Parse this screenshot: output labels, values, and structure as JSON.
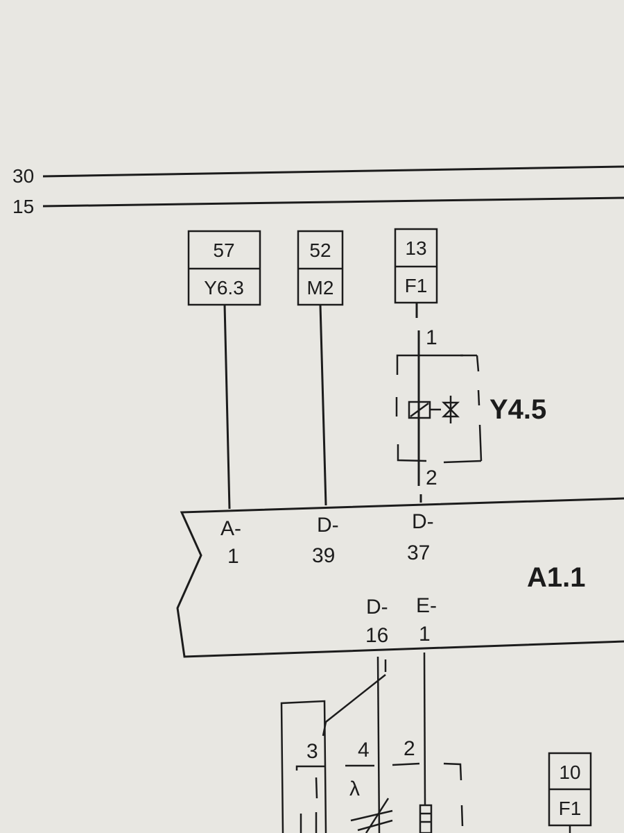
{
  "rails": {
    "r30": "30",
    "r15": "15"
  },
  "boxes": {
    "b1": {
      "top": "57",
      "bottom": "Y6.3"
    },
    "b2": {
      "top": "52",
      "bottom": "M2"
    },
    "b3": {
      "top": "13",
      "bottom": "F1"
    },
    "b4": {
      "top": "10",
      "bottom": "F1"
    }
  },
  "valve": {
    "label": "Y4.5",
    "pin_top": "1",
    "pin_bottom": "2"
  },
  "ecu": {
    "label": "A1.1",
    "pins": {
      "p1": {
        "prefix": "A-",
        "num": "1"
      },
      "p2": {
        "prefix": "D-",
        "num": "39"
      },
      "p3": {
        "prefix": "D-",
        "num": "37"
      },
      "p4": {
        "prefix": "D-",
        "num": "16"
      },
      "p5": {
        "prefix": "E-",
        "num": "1"
      }
    }
  },
  "sensor": {
    "pin3": "3",
    "pin4": "4",
    "pin2": "2",
    "lambda": "λ"
  },
  "colors": {
    "paper": "#e8e7e2",
    "ink": "#1c1c1c"
  }
}
